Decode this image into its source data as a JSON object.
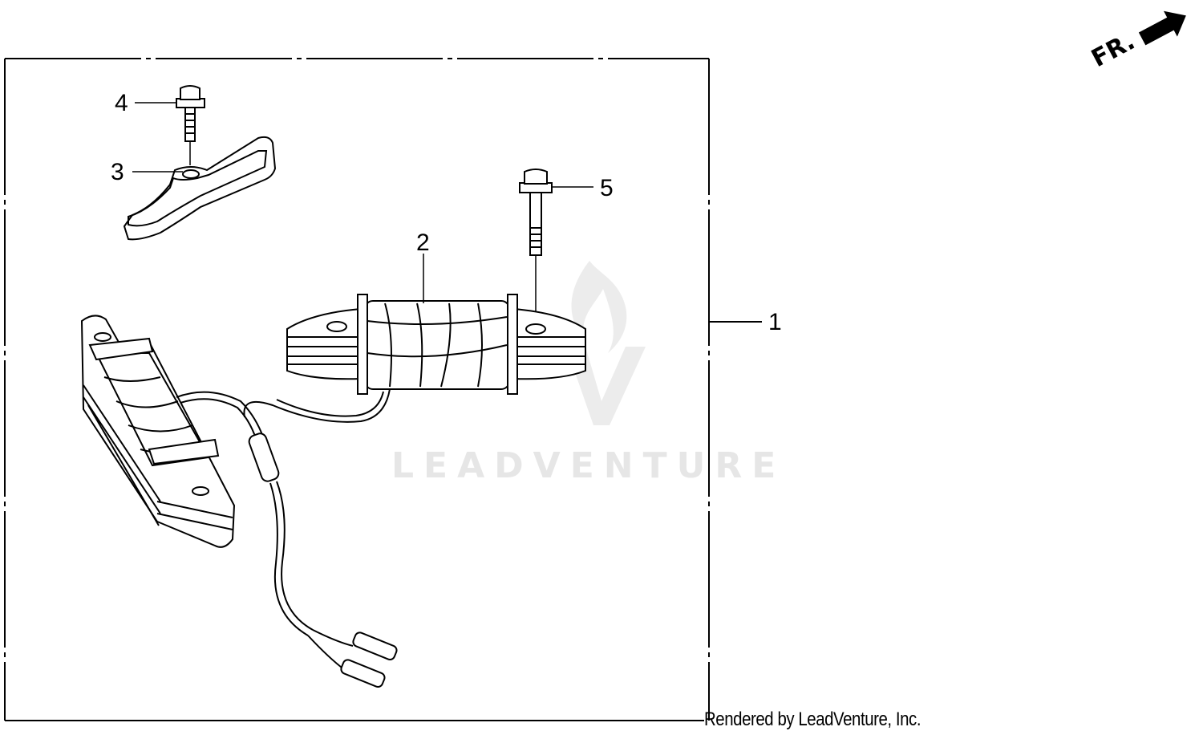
{
  "orientation": {
    "label": "FR."
  },
  "callouts": {
    "c1": "1",
    "c2": "2",
    "c3": "3",
    "c4": "4",
    "c5": "5"
  },
  "watermark": {
    "brand": "LEADVENTURE"
  },
  "footer": {
    "credit": "Rendered by LeadVenture, Inc."
  }
}
